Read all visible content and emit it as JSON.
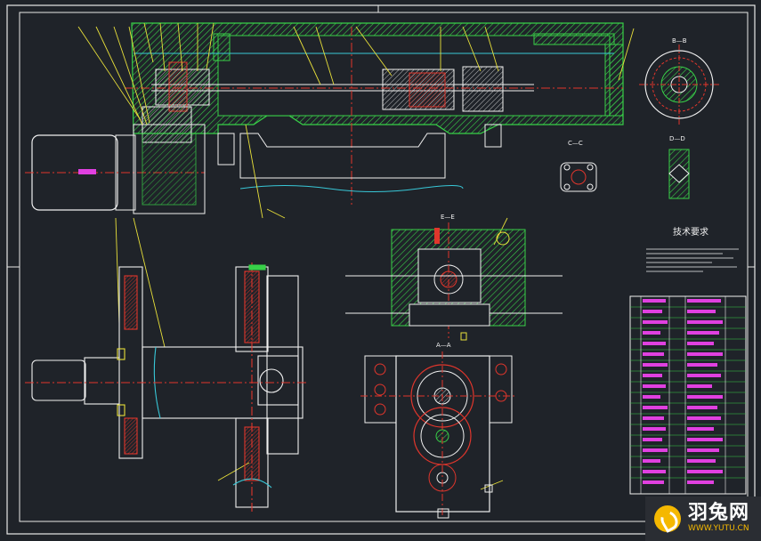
{
  "drawing": {
    "tech_requirements_title": "技术要求",
    "section_labels": [
      "B—B",
      "C—C",
      "D—D",
      "E—E",
      "A—A"
    ],
    "colors": {
      "background": "#1f2329",
      "frame": "#e8e8e8",
      "outline_white": "#f0f0f0",
      "green_hatch": "#38d048",
      "yellow": "#e8e03a",
      "red_center": "#e0362c",
      "magenta_text": "#e040e0",
      "cyan": "#38c8d8",
      "blue": "#3a58e8"
    }
  },
  "watermark": {
    "brand": "羽兔网",
    "url": "WWW.YUTU.CN"
  }
}
